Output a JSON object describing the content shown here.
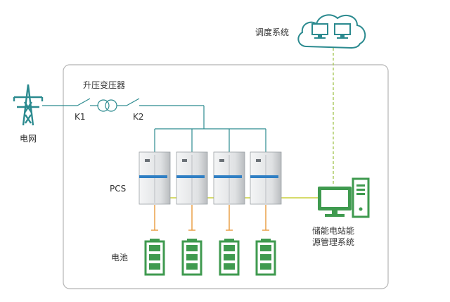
{
  "labels": {
    "grid": "电网",
    "transformer": "升压变压器",
    "k1": "K1",
    "k2": "K2",
    "pcs": "PCS",
    "battery": "电池",
    "dispatch": "调度系统",
    "ems_line1": "储能电站能",
    "ems_line2": "源管理系统"
  },
  "counts": {
    "pcs_units": 4,
    "battery_units": 4
  },
  "colors": {
    "frame": "#b5b5b5",
    "wire": "#2b8a8f",
    "link": "#c8cf3a",
    "dash": "#a8c75a",
    "battery": "#3f9a4f",
    "computer": "#3f9a4f",
    "cloud": "#2b8a8f",
    "pcs_body": "#e4e6e8",
    "pcs_stripe": "#2f7fc4"
  }
}
